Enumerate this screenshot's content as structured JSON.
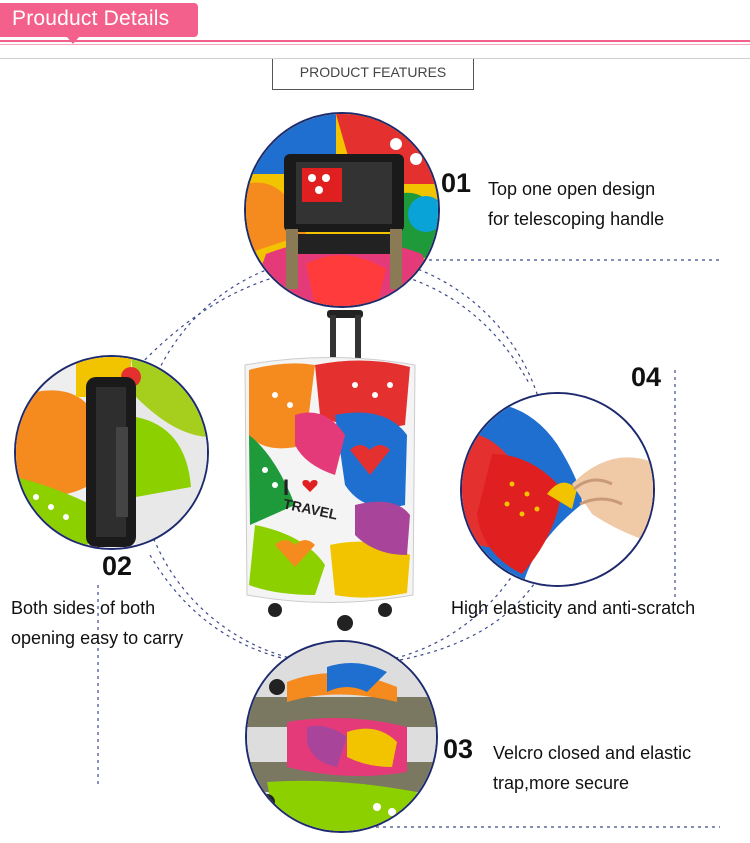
{
  "header": {
    "title": "Prouduct Details",
    "section_title": "PRODUCT FEATURES"
  },
  "features": [
    {
      "number": "01",
      "line1": "Top one open design",
      "line2": "for telescoping handle"
    },
    {
      "number": "02",
      "line1": "Both sides of  both",
      "line2": "opening easy to carry"
    },
    {
      "number": "03",
      "line1": "Velcro closed and elastic",
      "line2": "trap,more secure"
    },
    {
      "number": "04",
      "line1": "High elasticity and anti-scratch",
      "line2": ""
    }
  ],
  "center_image": {
    "cover_text_1": "I",
    "cover_text_2": "TRAVEL"
  },
  "colors": {
    "accent": "#f3608b",
    "circle_border": "#1e2a6e",
    "dotted_line": "#3b4a8a"
  }
}
